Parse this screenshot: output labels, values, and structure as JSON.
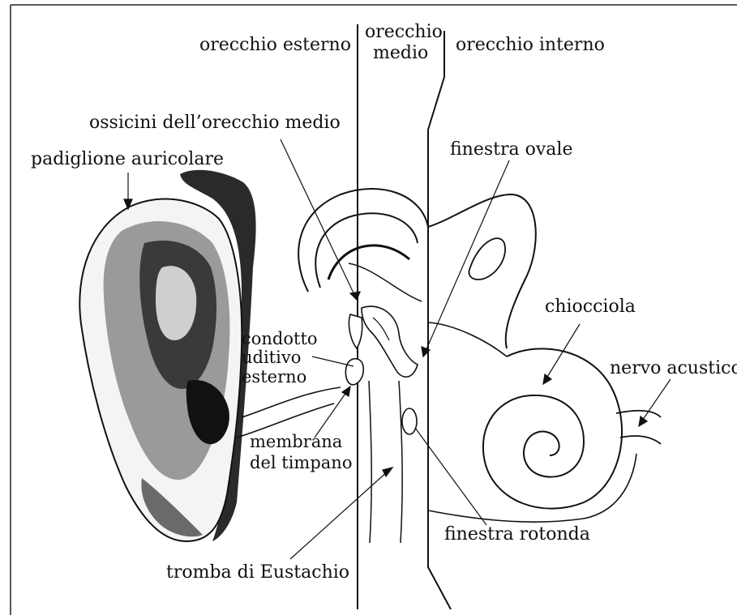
{
  "labels": {
    "outer_ear": "orecchio esterno",
    "middle_ear_1": "orecchio",
    "middle_ear_2": "medio",
    "inner_ear": "orecchio interno",
    "ossicles": "ossicini dell’orecchio medio",
    "oval_window": "finestra ovale",
    "pinna": "padiglione auricolare",
    "cochlea": "chiocciola",
    "auditory_canal_1": "condotto",
    "auditory_canal_2": "uditivo",
    "auditory_canal_3": "esterno",
    "acoustic_nerve": "nervo acustico",
    "tympanic_membrane_1": "membrana",
    "tympanic_membrane_2": "del timpano",
    "round_window": "finestra rotonda",
    "eustachian_tube": "tromba di Eustachio"
  }
}
